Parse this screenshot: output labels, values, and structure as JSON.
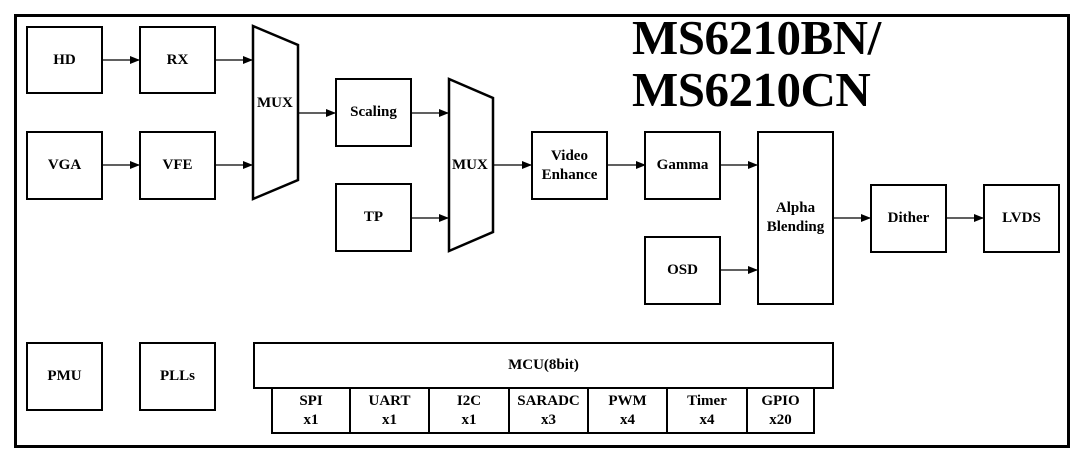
{
  "title": "MS6210BN/\nMS6210CN",
  "blocks": {
    "hd": "HD",
    "rx": "RX",
    "vga": "VGA",
    "vfe": "VFE",
    "mux1": "MUX",
    "scaling": "Scaling",
    "tp": "TP",
    "mux2": "MUX",
    "video_enhance": "Video\nEnhance",
    "gamma": "Gamma",
    "osd": "OSD",
    "alpha_blending": "Alpha\nBlending",
    "dither": "Dither",
    "lvds": "LVDS",
    "pmu": "PMU",
    "plls": "PLLs",
    "mcu": "MCU(8bit)"
  },
  "peripherals": [
    {
      "name": "SPI",
      "count": "x1"
    },
    {
      "name": "UART",
      "count": "x1"
    },
    {
      "name": "I2C",
      "count": "x1"
    },
    {
      "name": "SARADC",
      "count": "x3"
    },
    {
      "name": "PWM",
      "count": "x4"
    },
    {
      "name": "Timer",
      "count": "x4"
    },
    {
      "name": "GPIO",
      "count": "x20"
    }
  ],
  "peripheral_labels": [
    "SPI\nx1",
    "UART\nx1",
    "I2C\nx1",
    "SARADC\nx3",
    "PWM\nx4",
    "Timer\nx4",
    "GPIO\nx20"
  ],
  "connections": [
    [
      "HD",
      "RX"
    ],
    [
      "RX",
      "MUX"
    ],
    [
      "VGA",
      "VFE"
    ],
    [
      "VFE",
      "MUX"
    ],
    [
      "MUX",
      "Scaling"
    ],
    [
      "Scaling",
      "MUX2"
    ],
    [
      "TP",
      "MUX2"
    ],
    [
      "MUX2",
      "Video Enhance"
    ],
    [
      "Video Enhance",
      "Gamma"
    ],
    [
      "Gamma",
      "Alpha Blending"
    ],
    [
      "OSD",
      "Alpha Blending"
    ],
    [
      "Alpha Blending",
      "Dither"
    ],
    [
      "Dither",
      "LVDS"
    ]
  ]
}
